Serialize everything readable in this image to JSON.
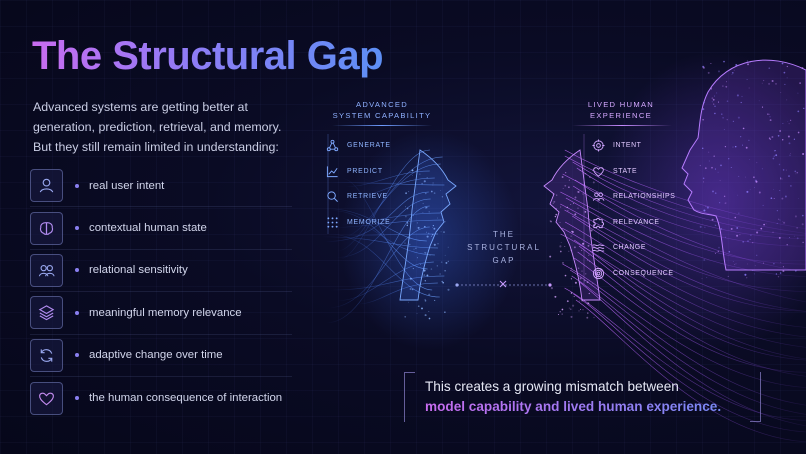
{
  "title": "The Structural Gap",
  "intro": "Advanced systems are getting better at generation, prediction, retrieval, and memory. But they still remain limited in understanding:",
  "limitations": [
    {
      "icon": "user-icon",
      "label": "real user intent"
    },
    {
      "icon": "brain-icon",
      "label": "contextual human state"
    },
    {
      "icon": "people-icon",
      "label": "relational sensitivity"
    },
    {
      "icon": "layers-icon",
      "label": "meaningful memory relevance"
    },
    {
      "icon": "refresh-icon",
      "label": "adaptive change over time"
    },
    {
      "icon": "heart-icon",
      "label": "the human consequence of interaction"
    }
  ],
  "system": {
    "title_line1": "ADVANCED",
    "title_line2": "SYSTEM CAPABILITY",
    "items": [
      {
        "icon": "network-icon",
        "label": "GENERATE"
      },
      {
        "icon": "chart-icon",
        "label": "PREDICT"
      },
      {
        "icon": "search-icon",
        "label": "RETRIEVE"
      },
      {
        "icon": "grid-icon",
        "label": "MEMORIZE"
      }
    ]
  },
  "human": {
    "title_line1": "LIVED HUMAN",
    "title_line2": "EXPERIENCE",
    "items": [
      {
        "icon": "target-icon",
        "label": "INTENT"
      },
      {
        "icon": "heart-icon",
        "label": "STATE"
      },
      {
        "icon": "people-icon",
        "label": "RELATIONSHIPS"
      },
      {
        "icon": "puzzle-icon",
        "label": "RELEVANCE"
      },
      {
        "icon": "waves-icon",
        "label": "CHANGE"
      },
      {
        "icon": "spiral-icon",
        "label": "CONSEQUENCE"
      }
    ]
  },
  "gap": {
    "line1": "THE",
    "line2": "STRUCTURAL",
    "line3": "GAP"
  },
  "conclusion": {
    "line1": "This creates a growing mismatch between",
    "line2": "model capability and lived human experience."
  },
  "colors": {
    "accent_purple": "#b36cf2",
    "accent_blue": "#5d8ff5",
    "background": "#07081a"
  }
}
